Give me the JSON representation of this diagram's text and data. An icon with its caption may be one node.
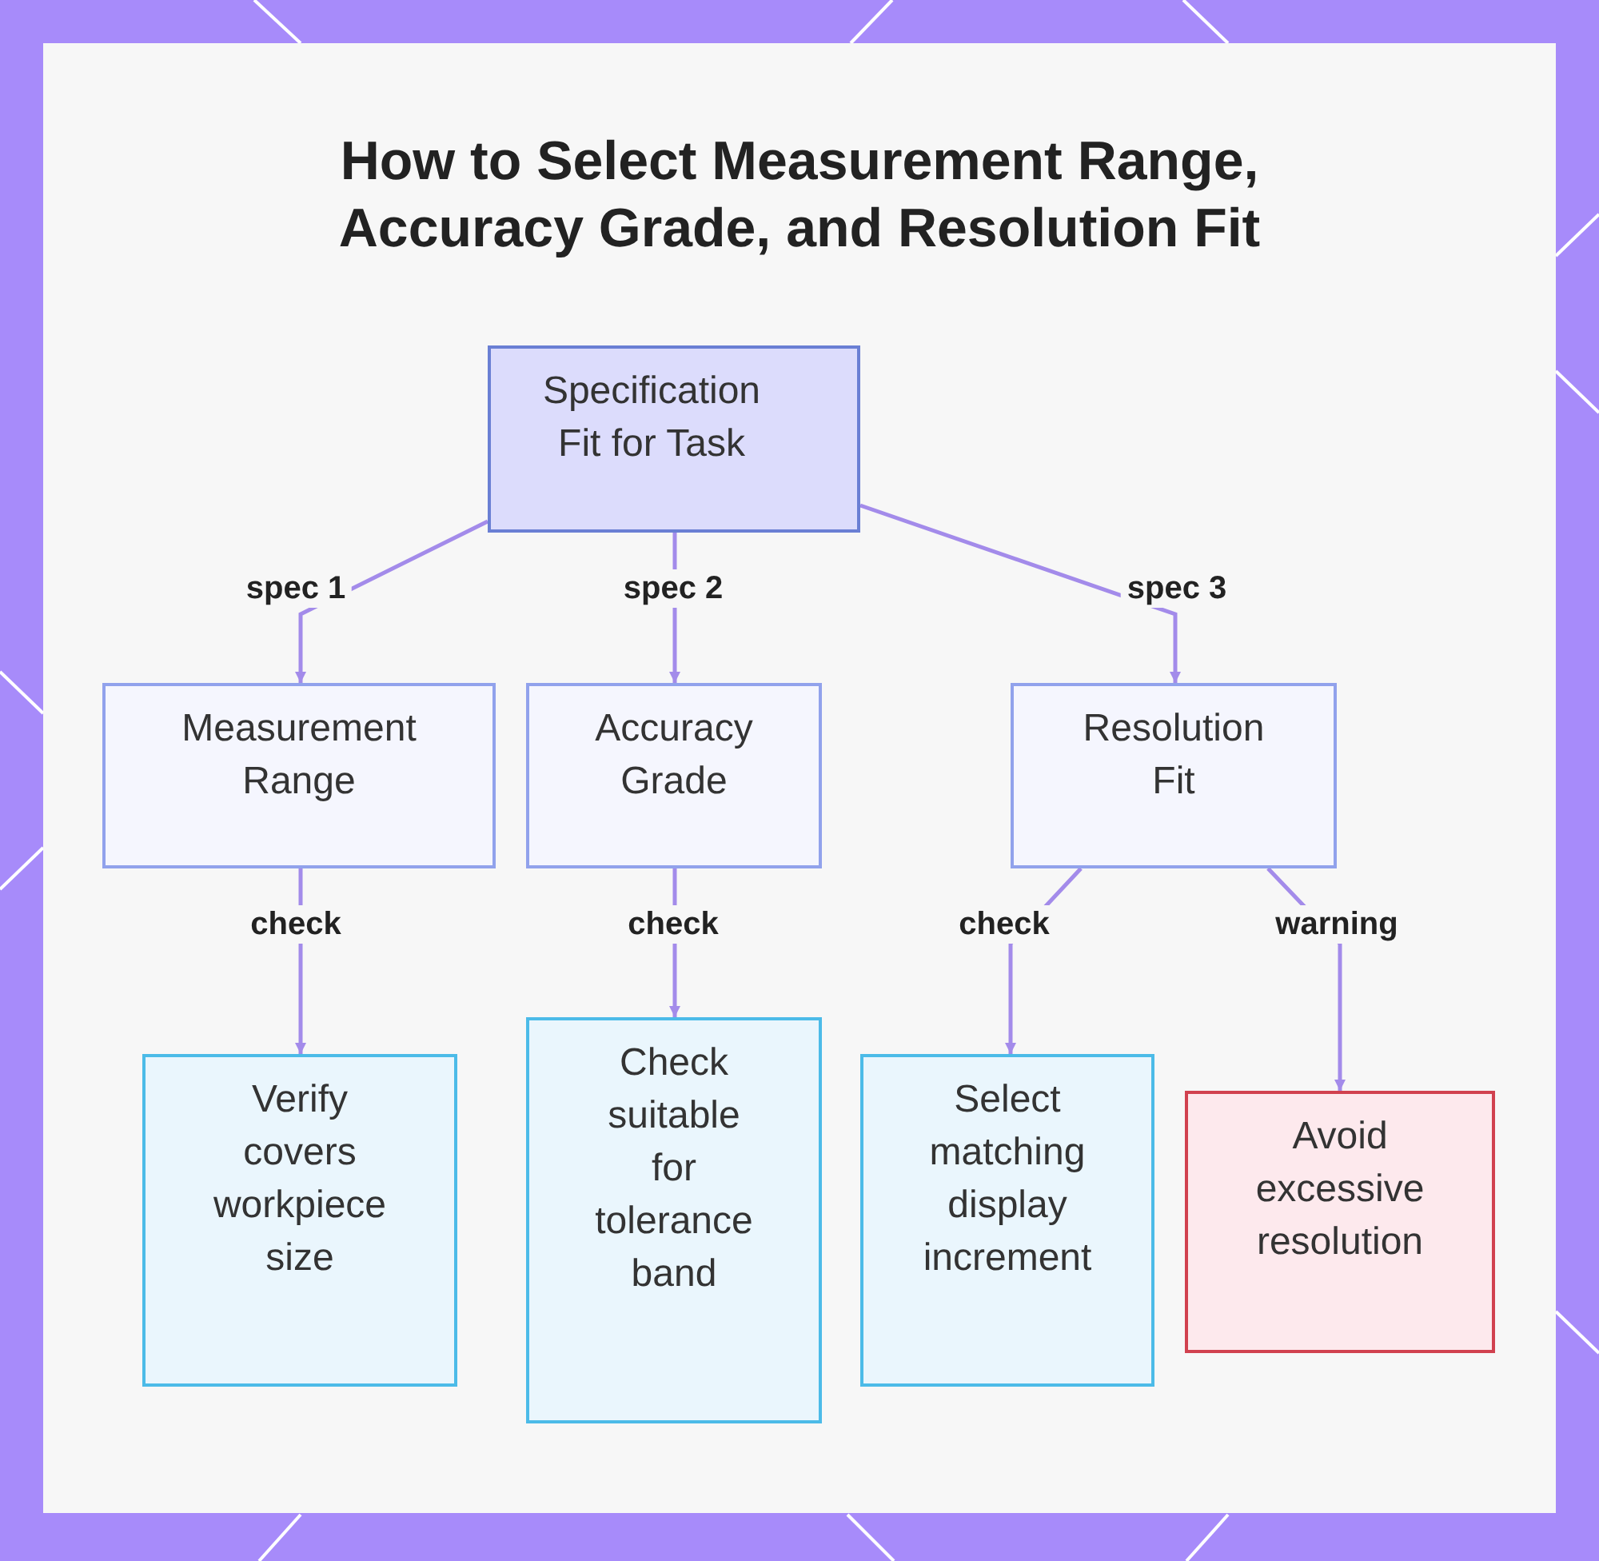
{
  "diagram": {
    "title": "How to Select Measurement Range, Accuracy Grade, and Resolution Fit",
    "nodes": [
      {
        "text": [
          "Specification Fit for Task"
        ]
      },
      {
        "text": [
          "Measurement Range"
        ]
      },
      {
        "text": [
          "Accuracy Grade"
        ]
      },
      {
        "text": [
          "Resolution Fit"
        ]
      },
      {
        "text": [
          "Verify covers workpiece size"
        ]
      },
      {
        "text": [
          "Check suitable for tolerance band"
        ]
      },
      {
        "text": [
          "Select matching display increment"
        ]
      },
      {
        "text": [
          "Avoid excessive resolution"
        ]
      }
    ],
    "edges": [
      {
        "from": 0,
        "to": 1,
        "arrow": "to",
        "label": "spec 1"
      },
      {
        "from": 0,
        "to": 2,
        "arrow": "to",
        "label": "spec 2"
      },
      {
        "from": 0,
        "to": 3,
        "arrow": "to",
        "label": "spec 3"
      },
      {
        "from": 1,
        "to": 4,
        "arrow": "to",
        "label": "check"
      },
      {
        "from": 2,
        "to": 5,
        "arrow": "to",
        "label": "check"
      },
      {
        "from": 3,
        "to": 6,
        "arrow": "to",
        "label": "check"
      },
      {
        "from": 3,
        "to": 7,
        "arrow": "to",
        "label": "warning"
      }
    ]
  }
}
